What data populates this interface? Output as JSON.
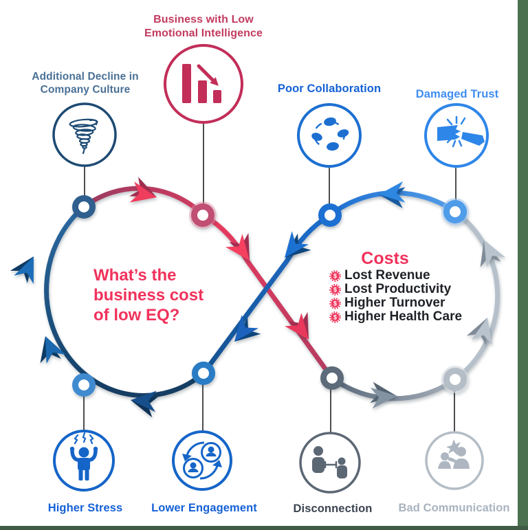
{
  "page": {
    "background": "#ffffff",
    "edge_strip_color": "#4a7050"
  },
  "center_left": {
    "question": "What’s the\nbusiness cost\nof low EQ?"
  },
  "center_right": {
    "costs_title": "Costs",
    "currency_symbol": "$",
    "items": [
      "Lost Revenue",
      "Lost Productivity",
      "Higher Turnover",
      "Higher Health Care"
    ]
  },
  "nodes": {
    "additional_decline": {
      "label": "Additional Decline in\nCompany Culture",
      "icon": "tornado-icon",
      "color": "#4a7096"
    },
    "business_low_eq": {
      "label": "Business with Low\nEmotional Intelligence",
      "icon": "declining-bar-chart-icon",
      "color": "#c23b5f"
    },
    "poor_collaboration": {
      "label": "Poor Collaboration",
      "icon": "network-cycle-icon",
      "color": "#1461d6"
    },
    "damaged_trust": {
      "label": "Damaged Trust",
      "icon": "broken-handshake-icon",
      "color": "#3f8df0"
    },
    "higher_stress": {
      "label": "Higher Stress",
      "icon": "stressed-person-icon",
      "color": "#1461d6"
    },
    "lower_engagement": {
      "label": "Lower Engagement",
      "icon": "people-cycle-icon",
      "color": "#1461d6"
    },
    "disconnection": {
      "label": "Disconnection",
      "icon": "disconnected-people-icon",
      "color": "#3c4450"
    },
    "bad_communication": {
      "label": "Bad Communication",
      "icon": "arguing-people-icon",
      "color": "#a9b3bf"
    }
  },
  "loop_colors": {
    "navy": "#1a4f7d",
    "red": "#e83a5f",
    "crimson": "#a84062",
    "blue": "#1c6fd1",
    "light_blue": "#5aa2ea",
    "gray": "#b2bcc6",
    "slate": "#59687a"
  }
}
